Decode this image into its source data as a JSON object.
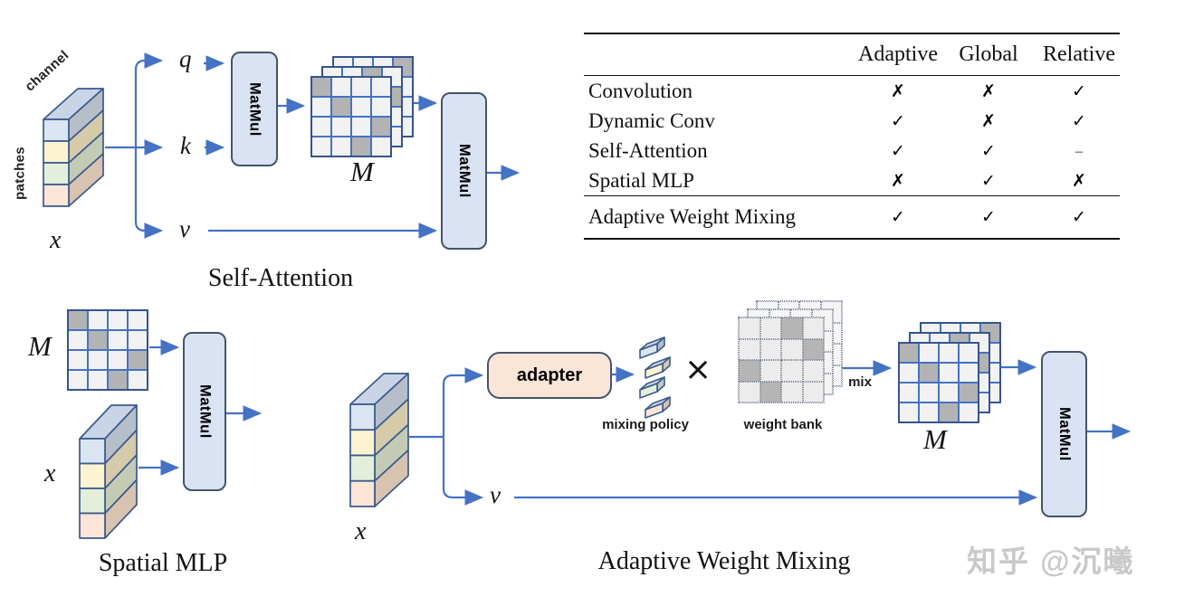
{
  "labels": {
    "matmul": "MatMul",
    "m": "M",
    "x": "x",
    "q": "q",
    "k": "k",
    "v": "v",
    "channel": "channel",
    "patches": "patches",
    "adapter": "adapter",
    "mixing_policy": "mixing policy",
    "weight_bank": "weight bank",
    "mix": "mix",
    "times": "×"
  },
  "captions": {
    "self_attention": "Self-Attention",
    "spatial_mlp": "Spatial MLP",
    "adaptive_weight_mixing": "Adaptive Weight Mixing"
  },
  "table": {
    "headers": [
      "Adaptive",
      "Global",
      "Relative"
    ],
    "rows": [
      {
        "label": "Convolution",
        "marks": [
          "✗",
          "✗",
          "✓"
        ]
      },
      {
        "label": "Dynamic Conv",
        "marks": [
          "✓",
          "✗",
          "✓"
        ]
      },
      {
        "label": "Self-Attention",
        "marks": [
          "✓",
          "✓",
          "–"
        ]
      },
      {
        "label": "Spatial MLP",
        "marks": [
          "✗",
          "✓",
          "✗"
        ]
      }
    ],
    "highlight_row": {
      "label": "Adaptive Weight Mixing",
      "marks": [
        "✓",
        "✓",
        "✓"
      ]
    }
  },
  "matrices": {
    "front": [
      [
        1,
        0,
        0,
        0
      ],
      [
        0,
        1,
        0,
        0
      ],
      [
        0,
        0,
        0,
        1
      ],
      [
        0,
        0,
        1,
        0
      ]
    ],
    "mid": [
      [
        0,
        0,
        1,
        0
      ],
      [
        0,
        0,
        0,
        1
      ],
      [
        0,
        1,
        0,
        0
      ],
      [
        1,
        0,
        0,
        0
      ]
    ],
    "back": [
      [
        0,
        0,
        0,
        1
      ],
      [
        0,
        1,
        0,
        0
      ],
      [
        1,
        0,
        0,
        0
      ],
      [
        0,
        0,
        1,
        0
      ]
    ],
    "weight_bank_front": [
      [
        0,
        0,
        1,
        0
      ],
      [
        0,
        0,
        0,
        1
      ],
      [
        1,
        0,
        0,
        0
      ],
      [
        0,
        1,
        0,
        0
      ]
    ],
    "weight_bank_back": [
      [
        0,
        0,
        0,
        1
      ],
      [
        0,
        0,
        0,
        0
      ],
      [
        0,
        0,
        0,
        0
      ],
      [
        0,
        0,
        0,
        0
      ]
    ]
  },
  "colors": {
    "arrow_blue": "#4472c4",
    "box_fill": "#dae3f3",
    "box_border": "#44546a",
    "adapter_fill": "#fbe5d6",
    "gray_cell": "#b3b3b3",
    "tensor_front": [
      "#dbe5f1",
      "#fdf3d1",
      "#e3efda",
      "#fde5d7"
    ]
  },
  "watermark": "知乎 @沉曦"
}
